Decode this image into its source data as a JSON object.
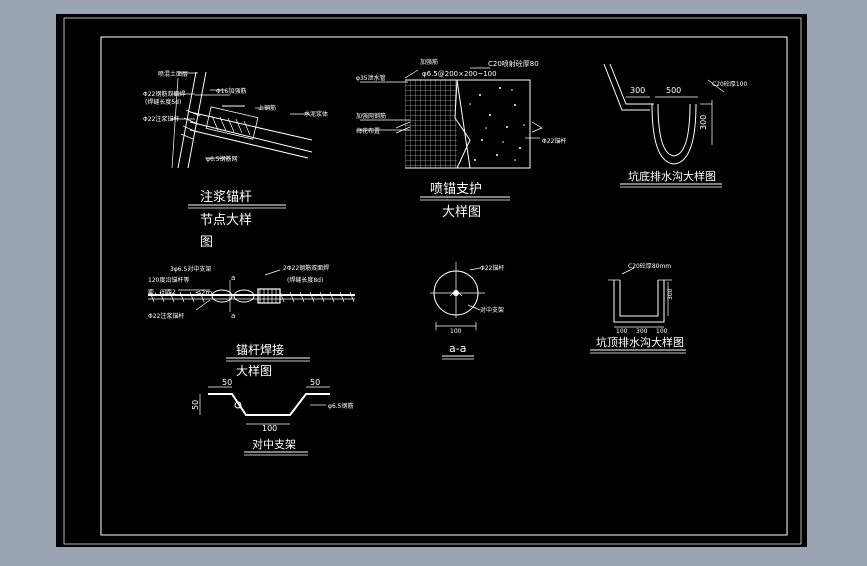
{
  "colors": {
    "background": "#9aa3b2",
    "sheet": "#000000",
    "ink": "#ffffff"
  },
  "drawings": {
    "anchor_node": {
      "title_line1": "注浆锚杆",
      "title_line2": "节点大样",
      "title_line3": "图",
      "labels": [
        "喷混土面层",
        "Φ22钢筋双面焊",
        "(焊缝长度5d)",
        "Φ16加强筋",
        "Φ22注浆锚杆",
        "上钢筋",
        "水泥浆体",
        "φ6.5钢筋网"
      ]
    },
    "shotcrete": {
      "title_line1": "喷锚支护",
      "title_line2": "大样图",
      "labels": [
        "加强筋",
        "C20喷射砼厚80",
        "φ6.5@200×200~100",
        "φ35泄水管",
        "加强网钢筋",
        "梅花布置",
        "Φ22锚杆"
      ]
    },
    "pit_bottom_ditch": {
      "title": "坑底排水沟大样图",
      "labels": [
        "300",
        "500",
        "C20砼厚100",
        "300"
      ]
    },
    "anchor_weld": {
      "title_line1": "锚杆焊接",
      "title_line2": "大样图",
      "labels": [
        "3φ6.5对中支架",
        "120度沿锚杆等",
        "距，间距2",
        "≤2m",
        "a",
        "2Φ22钢筋双面焊",
        "(焊缝长度8d)",
        "Φ22注浆锚杆",
        "a"
      ]
    },
    "section_aa": {
      "title": "a-a",
      "labels": [
        "Φ22锚杆",
        "对中支架",
        "100"
      ]
    },
    "pit_top_ditch": {
      "title": "坑顶排水沟大样图",
      "labels": [
        "C20砼厚80mm",
        "300",
        "100",
        "300",
        "100"
      ]
    },
    "centering_bracket": {
      "title": "对中支架",
      "labels": [
        "50",
        "50",
        "50",
        "100",
        "φ6.5钢筋"
      ]
    }
  }
}
